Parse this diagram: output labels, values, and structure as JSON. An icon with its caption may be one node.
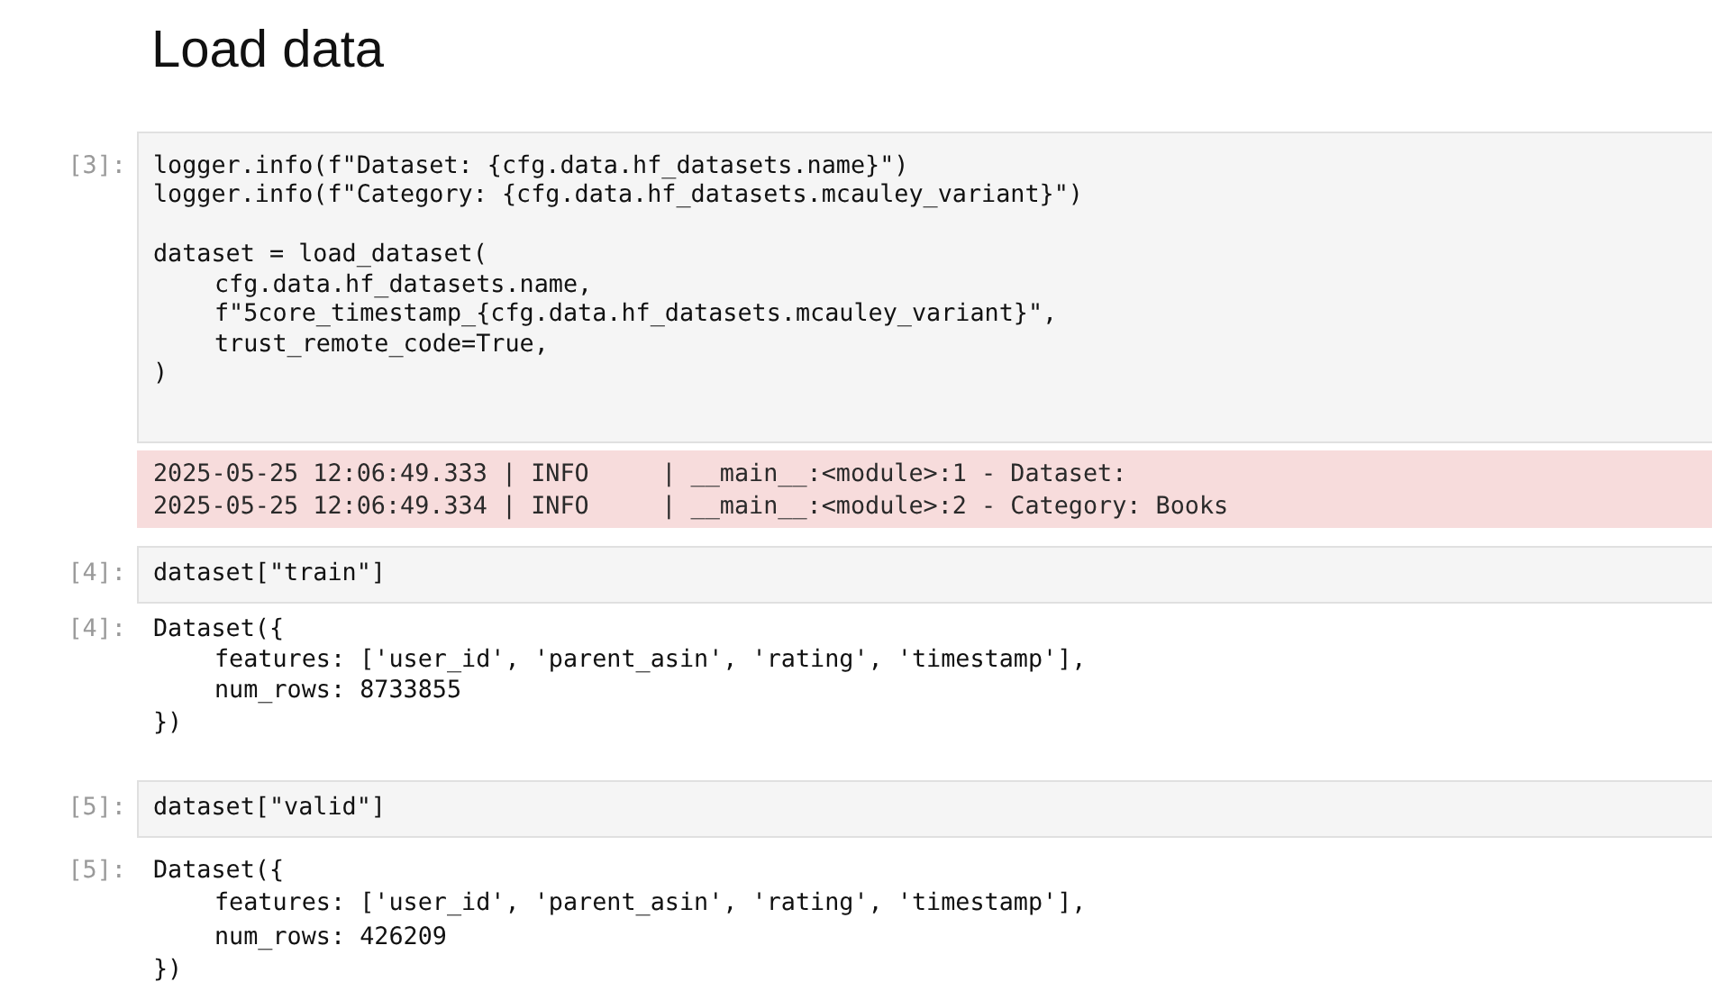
{
  "diagram": {
    "title": "Load data",
    "labels": [
      "[3]:",
      "logger.info(f\"Dataset: {cfg.data.hf_datasets.name}\")",
      "logger.info(f\"Category: {cfg.data.hf_datasets.mcauley_variant}\")",
      "dataset = load_dataset(",
      "cfg.data.hf_datasets.name,",
      "f\"5core_timestamp_{cfg.data.hf_datasets.mcauley_variant}\",",
      "trust_remote_code=True,",
      ")",
      "2025-05-25 12:06:49.333 | INFO     | __main__:<module>:1 - Dataset:",
      "2025-05-25 12:06:49.334 | INFO     | __main__:<module>:2 - Category: Books",
      "[4]:",
      "dataset[\"train\"]",
      "[4]:",
      "Dataset({",
      "features: ['user_id', 'parent_asin', 'rating', 'timestamp'],",
      "num_rows: 8733855",
      "})",
      "[5]:",
      "dataset[\"valid\"]",
      "[5]:",
      "Dataset({",
      "features: ['user_id', 'parent_asin', 'rating', 'timestamp'],",
      "num_rows: 426209",
      "})"
    ]
  }
}
